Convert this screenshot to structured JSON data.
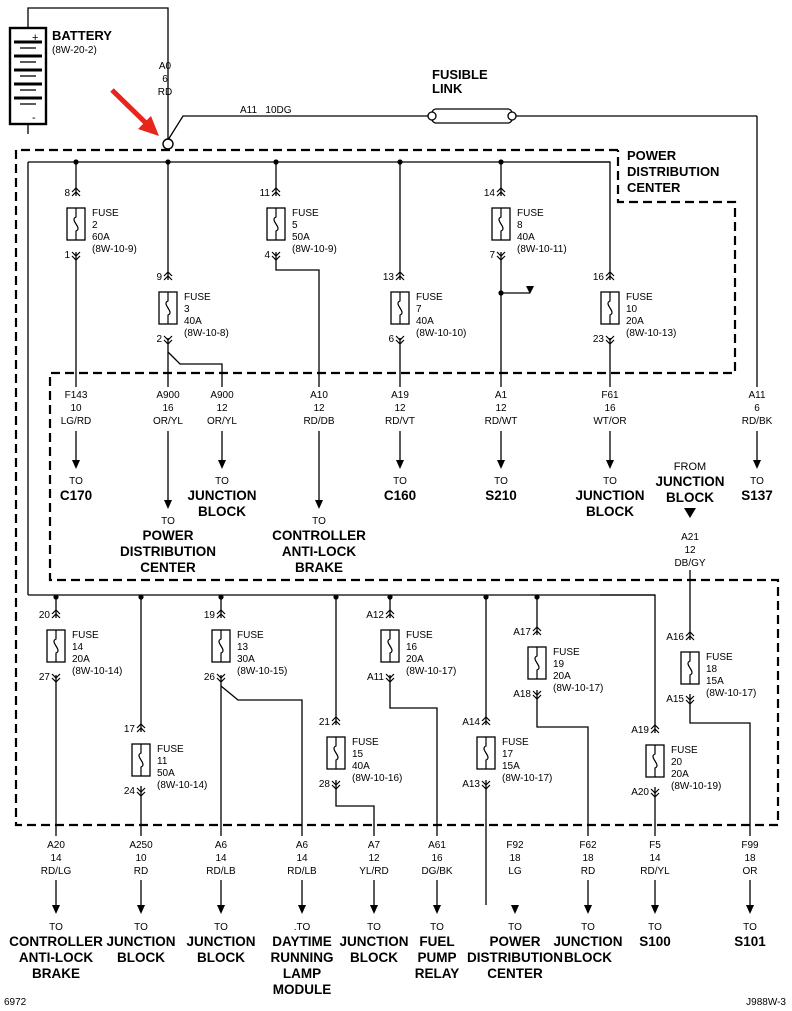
{
  "battery": {
    "label": "BATTERY",
    "ref": "(8W-20-2)",
    "plus": "+",
    "minus": "-"
  },
  "feed": {
    "a": "A0",
    "b": "6",
    "c": "RD"
  },
  "a11_wire": "A11   10DG",
  "fusible": {
    "l1": "FUSIBLE",
    "l2": "LINK"
  },
  "pdc": {
    "l1": "POWER",
    "l2": "DISTRIBUTION",
    "l3": "CENTER"
  },
  "fuses": [
    {
      "id": "f2",
      "top": "8",
      "bot": "1",
      "w": "FUSE",
      "n": "2",
      "a": "60A",
      "r": "(8W-10-9)"
    },
    {
      "id": "f3",
      "top": "9",
      "bot": "2",
      "w": "FUSE",
      "n": "3",
      "a": "40A",
      "r": "(8W-10-8)"
    },
    {
      "id": "f5",
      "top": "11",
      "bot": "4",
      "w": "FUSE",
      "n": "5",
      "a": "50A",
      "r": "(8W-10-9)"
    },
    {
      "id": "f7",
      "top": "13",
      "bot": "6",
      "w": "FUSE",
      "n": "7",
      "a": "40A",
      "r": "(8W-10-10)"
    },
    {
      "id": "f8",
      "top": "14",
      "bot": "7",
      "w": "FUSE",
      "n": "8",
      "a": "40A",
      "r": "(8W-10-11)"
    },
    {
      "id": "f10",
      "top": "16",
      "bot": "23",
      "w": "FUSE",
      "n": "10",
      "a": "20A",
      "r": "(8W-10-13)"
    },
    {
      "id": "f14",
      "top": "20",
      "bot": "27",
      "w": "FUSE",
      "n": "14",
      "a": "20A",
      "r": "(8W-10-14)"
    },
    {
      "id": "f11",
      "top": "17",
      "bot": "24",
      "w": "FUSE",
      "n": "11",
      "a": "50A",
      "r": "(8W-10-14)"
    },
    {
      "id": "f13",
      "top": "19",
      "bot": "26",
      "w": "FUSE",
      "n": "13",
      "a": "30A",
      "r": "(8W-10-15)"
    },
    {
      "id": "f15",
      "top": "21",
      "bot": "28",
      "w": "FUSE",
      "n": "15",
      "a": "40A",
      "r": "(8W-10-16)"
    },
    {
      "id": "f16",
      "top": "A12",
      "bot": "A11",
      "w": "FUSE",
      "n": "16",
      "a": "20A",
      "r": "(8W-10-17)"
    },
    {
      "id": "f17",
      "top": "A14",
      "bot": "A13",
      "w": "FUSE",
      "n": "17",
      "a": "15A",
      "r": "(8W-10-17)"
    },
    {
      "id": "f19",
      "top": "A17",
      "bot": "A18",
      "w": "FUSE",
      "n": "19",
      "a": "20A",
      "r": "(8W-10-17)"
    },
    {
      "id": "f20",
      "top": "A19",
      "bot": "A20",
      "w": "FUSE",
      "n": "20",
      "a": "20A",
      "r": "(8W-10-19)"
    },
    {
      "id": "f18",
      "top": "A16",
      "bot": "A15",
      "w": "FUSE",
      "n": "18",
      "a": "15A",
      "r": "(8W-10-17)"
    }
  ],
  "upper_outputs": [
    {
      "id": "uo1",
      "c": "F143",
      "g": "10",
      "col": "LG/RD",
      "to": "TO",
      "d": [
        "C170"
      ]
    },
    {
      "id": "uo2",
      "c": "A900",
      "g": "16",
      "col": "OR/YL",
      "to": "TO",
      "d": [
        "POWER",
        "DISTRIBUTION",
        "CENTER"
      ]
    },
    {
      "id": "uo3",
      "c": "A900",
      "g": "12",
      "col": "OR/YL",
      "to": "TO",
      "d": [
        "JUNCTION",
        "BLOCK"
      ]
    },
    {
      "id": "uo4",
      "c": "A10",
      "g": "12",
      "col": "RD/DB",
      "to": "TO",
      "d": [
        "CONTROLLER",
        "ANTI-LOCK",
        "BRAKE"
      ]
    },
    {
      "id": "uo5",
      "c": "A19",
      "g": "12",
      "col": "RD/VT",
      "to": "TO",
      "d": [
        "C160"
      ]
    },
    {
      "id": "uo6",
      "c": "A1",
      "g": "12",
      "col": "RD/WT",
      "to": "TO",
      "d": [
        "S210"
      ]
    },
    {
      "id": "uo7",
      "c": "F61",
      "g": "16",
      "col": "WT/OR",
      "to": "TO",
      "d": [
        "JUNCTION",
        "BLOCK"
      ]
    },
    {
      "id": "uo8",
      "c": "A11",
      "g": "6",
      "col": "RD/BK",
      "to": "TO",
      "d": [
        "S137"
      ]
    }
  ],
  "from_jb": {
    "l1": "FROM",
    "l2": "JUNCTION",
    "l3": "BLOCK",
    "c": "A21",
    "g": "12",
    "col": "DB/GY"
  },
  "lower_outputs": [
    {
      "id": "lo1",
      "c": "A20",
      "g": "14",
      "col": "RD/LG",
      "to": "TO",
      "d": [
        "CONTROLLER",
        "ANTI-LOCK",
        "BRAKE"
      ]
    },
    {
      "id": "lo2",
      "c": "A250",
      "g": "10",
      "col": "RD",
      "to": "TO",
      "d": [
        "JUNCTION",
        "BLOCK"
      ]
    },
    {
      "id": "lo3",
      "c": "A6",
      "g": "14",
      "col": "RD/LB",
      "to": "TO",
      "d": [
        "JUNCTION",
        "BLOCK"
      ]
    },
    {
      "id": "lo4",
      "c": "A6",
      "g": "14",
      "col": "RD/LB",
      "to": ".TO",
      "d": [
        "DAYTIME",
        "RUNNING",
        "LAMP",
        "MODULE"
      ]
    },
    {
      "id": "lo5",
      "c": "A7",
      "g": "12",
      "col": "YL/RD",
      "to": "TO",
      "d": [
        "JUNCTION",
        "BLOCK"
      ]
    },
    {
      "id": "lo6",
      "c": "A61",
      "g": "16",
      "col": "DG/BK",
      "to": "TO",
      "d": [
        "FUEL",
        "PUMP",
        "RELAY"
      ]
    },
    {
      "id": "lo7",
      "c": "F92",
      "g": "18",
      "col": "LG",
      "to": "TO",
      "d": [
        "POWER",
        "DISTRIBUTION",
        "CENTER"
      ]
    },
    {
      "id": "lo8",
      "c": "F62",
      "g": "18",
      "col": "RD",
      "to": "TO",
      "d": [
        "JUNCTION",
        "BLOCK"
      ]
    },
    {
      "id": "lo9",
      "c": "F5",
      "g": "14",
      "col": "RD/YL",
      "to": "TO",
      "d": [
        "S100"
      ]
    },
    {
      "id": "lo10",
      "c": "F99",
      "g": "18",
      "col": "OR",
      "to": "TO",
      "d": [
        "S101"
      ]
    }
  ],
  "footer": {
    "left": "6972",
    "right": "J988W-3"
  },
  "colors": {
    "ink": "#000000",
    "arrow": "#e8251c",
    "page": "#ffffff"
  }
}
